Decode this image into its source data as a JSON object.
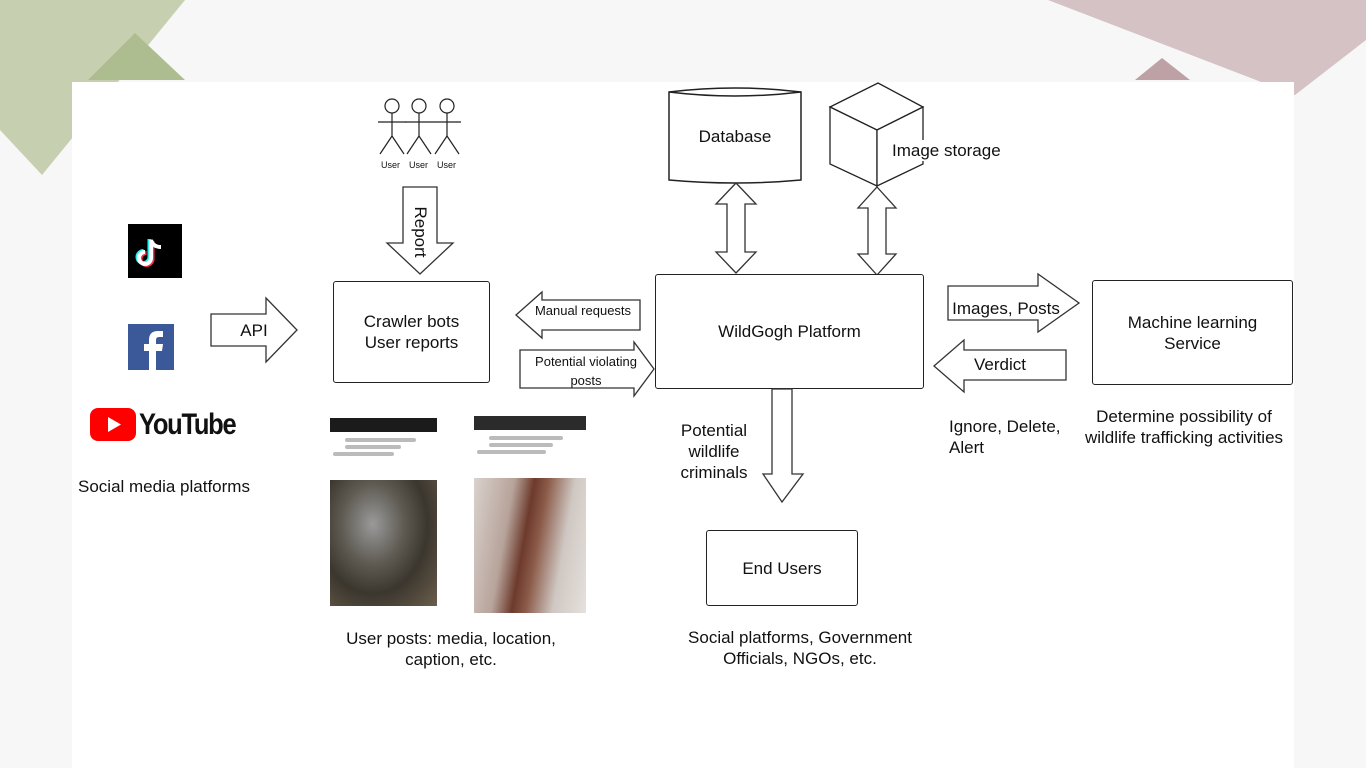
{
  "platforms": {
    "caption": "Social media platforms",
    "youtube_wordmark": "YouTube",
    "icons": [
      "tiktok-icon",
      "facebook-icon",
      "youtube-icon"
    ]
  },
  "users": {
    "labels": [
      "User",
      "User",
      "User"
    ]
  },
  "arrows": {
    "api": "API",
    "report": "Report",
    "manual_requests": "Manual requests",
    "potential_violating_posts": "Potential violating posts",
    "images_posts": "Images, Posts",
    "verdict": "Verdict"
  },
  "boxes": {
    "crawler": [
      "Crawler bots",
      "User reports"
    ],
    "platform": "WildGogh Platform",
    "ml": [
      "Machine learning",
      "Service"
    ],
    "end_users": "End Users",
    "database": "Database",
    "image_storage": "Image storage"
  },
  "notes": {
    "user_posts": [
      "User posts: media, location,",
      "caption, etc."
    ],
    "criminals": [
      "Potential",
      "wildlife",
      "criminals"
    ],
    "verdict_options": [
      "Ignore, Delete,",
      "Alert"
    ],
    "ml_purpose": [
      "Determine possibility of",
      "wildlife trafficking activities"
    ],
    "end_users_list": [
      "Social platforms, Government",
      "Officials, NGOs, etc."
    ]
  },
  "colors": {
    "green": "#a9b98a",
    "mauve": "#b9a0a3",
    "facebook": "#3b5998",
    "youtube": "#ff0000"
  }
}
